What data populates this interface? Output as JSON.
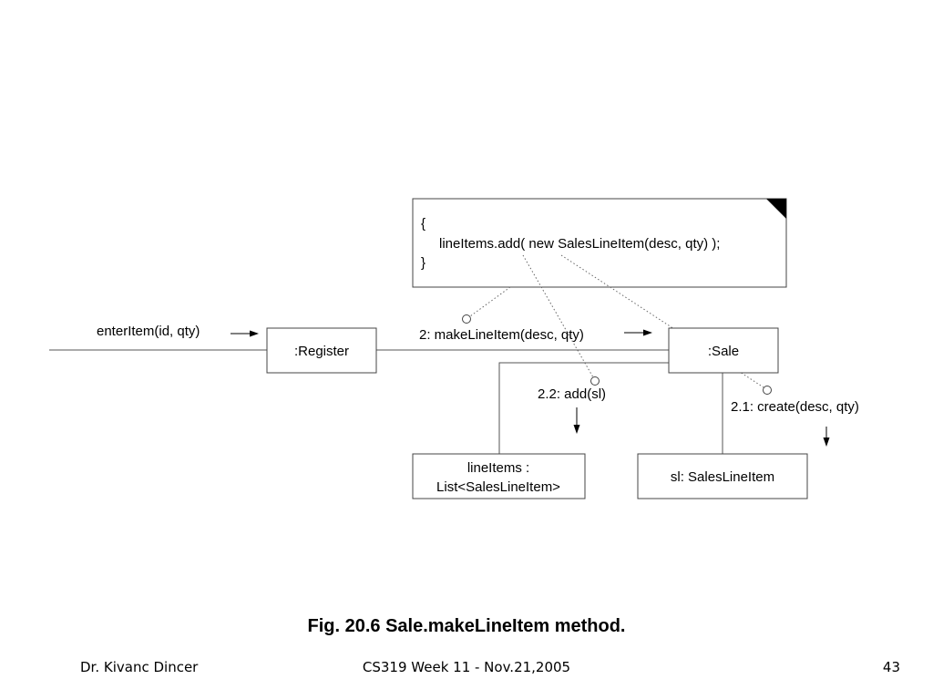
{
  "diagram": {
    "note": {
      "line1": "{",
      "line2": "lineItems.add( new SalesLineItem(desc, qty) );",
      "line3": "}"
    },
    "objects": {
      "register": ":Register",
      "sale": ":Sale",
      "line_items_line1": "lineItems :",
      "line_items_line2": "List<SalesLineItem>",
      "sales_line_item": "sl: SalesLineItem"
    },
    "messages": {
      "enter_item": "enterItem(id, qty)",
      "make_line_item": "2: makeLineItem(desc, qty)",
      "add": "2.2: add(sl)",
      "create": "2.1: create(desc, qty)"
    }
  },
  "caption": "Fig. 20.6  Sale.makeLineItem method.",
  "footer": {
    "author": "Dr. Kivanc Dincer",
    "course": "CS319 Week 11 - Nov.21,2005",
    "page": "43"
  }
}
